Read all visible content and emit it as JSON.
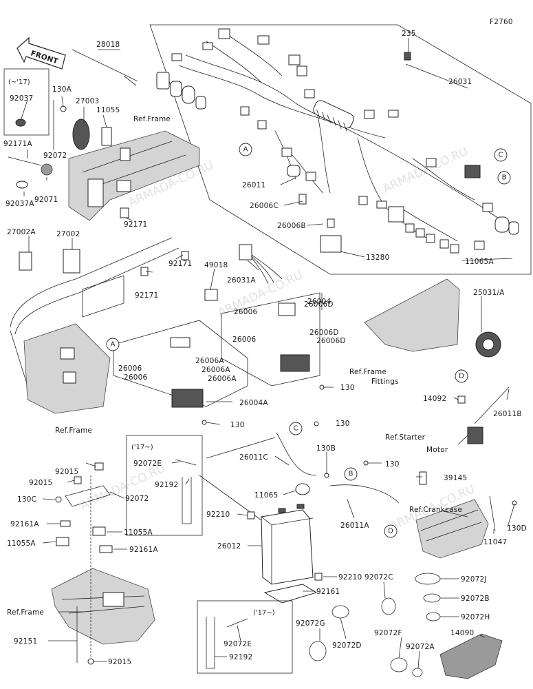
{
  "diagram_code": "F2760",
  "front_arrow": "FRONT",
  "watermark": "ARMADA-CO.RU",
  "notes": {
    "before17": "(~'17)",
    "after17_a": "('17~)",
    "after17_b": "('17~)"
  },
  "labels": {
    "p28018": "28018",
    "p235": "235",
    "p26031": "26031",
    "p92037": "92037",
    "p130A": "130A",
    "p27003": "27003",
    "p11055": "11055",
    "ref_frame_top": "Ref.Frame",
    "p92171A": "92171A",
    "p92072_top": "92072",
    "p92071": "92071",
    "p92037A": "92037A",
    "p26011": "26011",
    "p26006C": "26006C",
    "p26006B": "26006B",
    "p13280": "13280",
    "p11065A": "11065A",
    "p27002A": "27002A",
    "p27002": "27002",
    "p92171_a": "92171",
    "p92171_b": "92171",
    "p92171_c": "92171",
    "p49018": "49018",
    "p26031A": "26031A",
    "p26004": "26004",
    "p26006_r1": "26006",
    "p26006_r2": "26006",
    "p26006D_1": "26006D",
    "p26006D_2": "26006D",
    "p26006D_3": "26006D",
    "p25031A": "25031/A",
    "ref_frame_fittings_1": "Ref.Frame",
    "ref_frame_fittings_2": "Fittings",
    "p130_r": "130",
    "p26006_l1": "26006",
    "p26006_l2": "26006",
    "p26006A_1": "26006A",
    "p26006A_2": "26006A",
    "p26006A_3": "26006A",
    "p26004A": "26004A",
    "p130_l": "130",
    "ref_frame_mid": "Ref.Frame",
    "p14092": "14092",
    "p26011B": "26011B",
    "ref_starter_1": "Ref.Starter",
    "ref_starter_2": "Motor",
    "p130_c": "130",
    "p26011C": "26011C",
    "p130B": "130B",
    "p130_b2": "130",
    "p39145": "39145",
    "p92072E_top": "92072E",
    "p92192_top": "92192",
    "p11065": "11065",
    "p92210_l": "92210",
    "p26011A": "26011A",
    "ref_crankcase": "Ref.Crankcase",
    "p11047": "11047",
    "p130D": "130D",
    "p92015_1": "92015",
    "p92015_2": "92015",
    "p92072_b": "92072",
    "p130C": "130C",
    "p92161A_1": "92161A",
    "p11055A_1": "11055A",
    "p11055A_2": "11055A",
    "p92161A_2": "92161A",
    "p26012": "26012",
    "p92210_r": "92210",
    "p92161": "92161",
    "p92072C": "92072C",
    "p92072J": "92072J",
    "p92072B": "92072B",
    "p92072H": "92072H",
    "ref_frame_bot": "Ref.Frame",
    "p92072E_bot": "92072E",
    "p92192_bot": "92192",
    "p92072G": "92072G",
    "p92072D": "92072D",
    "p92072F": "92072F",
    "p92072A": "92072A",
    "p14090": "14090",
    "p92151": "92151",
    "p92015_3": "92015"
  },
  "callouts": {
    "A1": "A",
    "A2": "A",
    "B1": "B",
    "B2": "B",
    "C1": "C",
    "C2": "C",
    "D1": "D",
    "D2": "D"
  }
}
